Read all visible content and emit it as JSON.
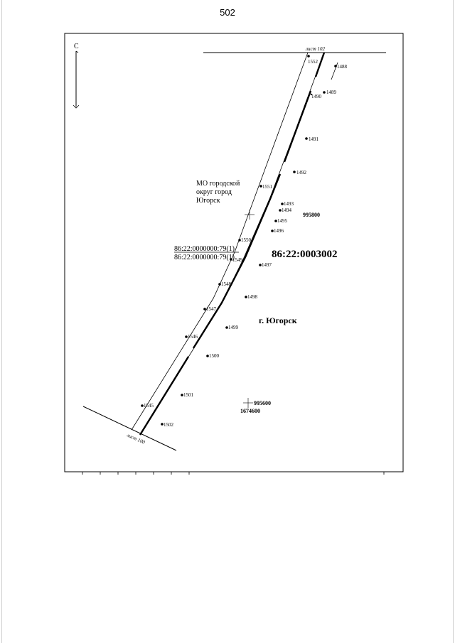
{
  "page_number": "502",
  "north_label": "С",
  "sheet_labels": {
    "top": "лист 102",
    "bottom": "лист 100"
  },
  "municipality_label": [
    "МО городской",
    "округ город",
    "Югорск"
  ],
  "parcel_labels": [
    "86:22:0000000:79(1)",
    "86:22:0000000:79(1)"
  ],
  "quarter_number": "86:22:0003002",
  "city_label": "г. Югорск",
  "grid_labels": {
    "y1": "995800",
    "y2": "995600",
    "x1": "1674600"
  },
  "points": [
    "1552",
    "1488",
    "1489",
    "1490",
    "1491",
    "1492",
    "1551",
    "1493",
    "1494",
    "1495",
    "1496",
    "1550",
    "1549",
    "1497",
    "1548",
    "1498",
    "1547",
    "1499",
    "1546",
    "1500",
    "1501",
    "1545",
    "1502"
  ]
}
